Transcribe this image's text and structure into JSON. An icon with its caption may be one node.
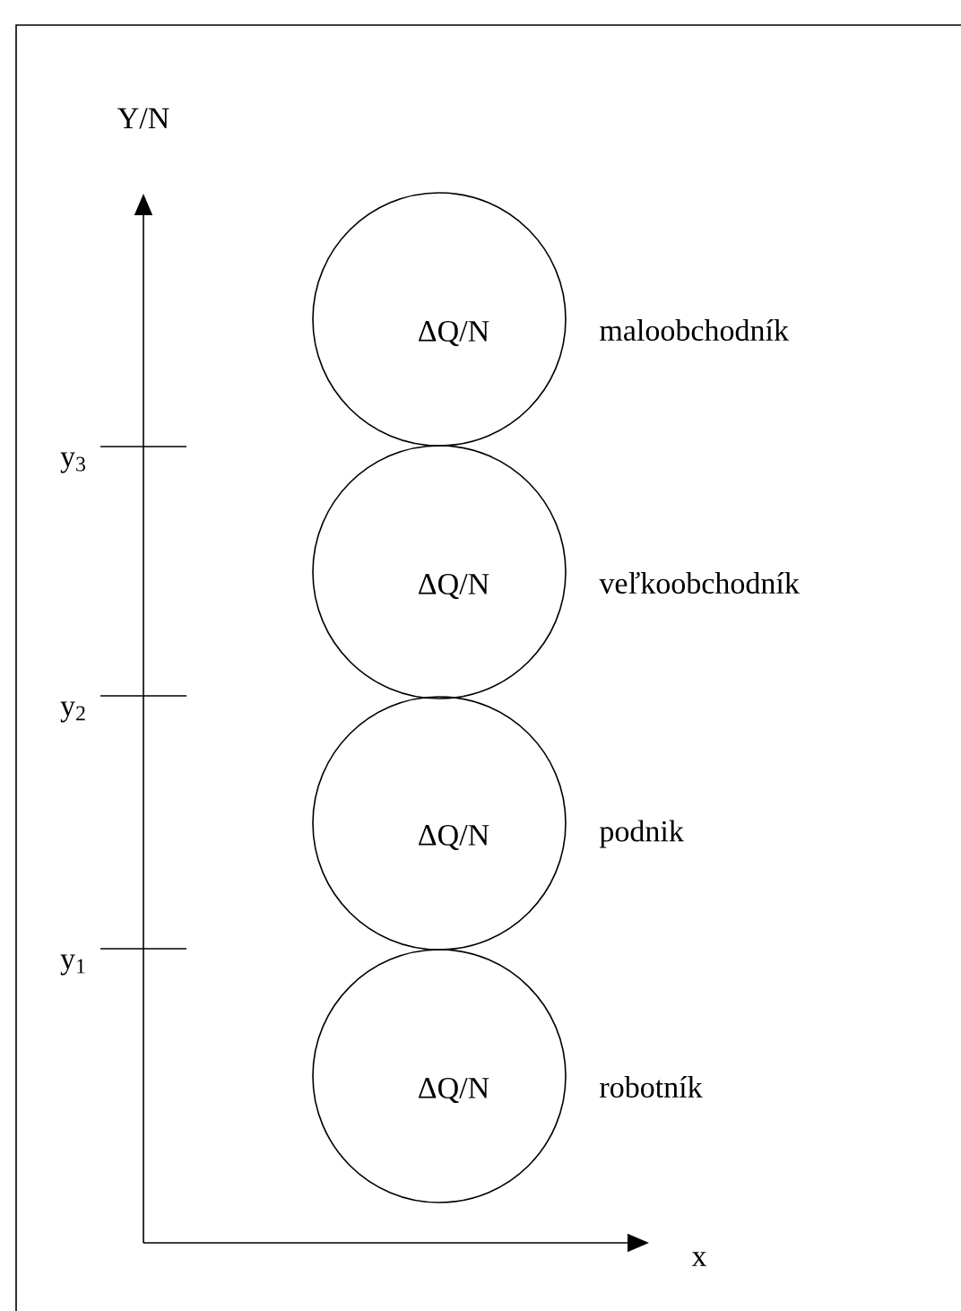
{
  "diagram": {
    "nodes": [
      {
        "text": [
          "ΔQ/N"
        ],
        "beside": [
          "maloobchodník"
        ]
      },
      {
        "text": [
          "ΔQ/N"
        ],
        "beside": [
          "veľkoobchodník"
        ]
      },
      {
        "text": [
          "ΔQ/N"
        ],
        "beside": [
          "podnik"
        ]
      },
      {
        "text": [
          "ΔQ/N"
        ],
        "beside": [
          "robotník"
        ]
      }
    ],
    "labels": [
      "Y/N",
      "y$_{3}$",
      "y$_{2}$",
      "y$_{1}$",
      "x"
    ]
  }
}
